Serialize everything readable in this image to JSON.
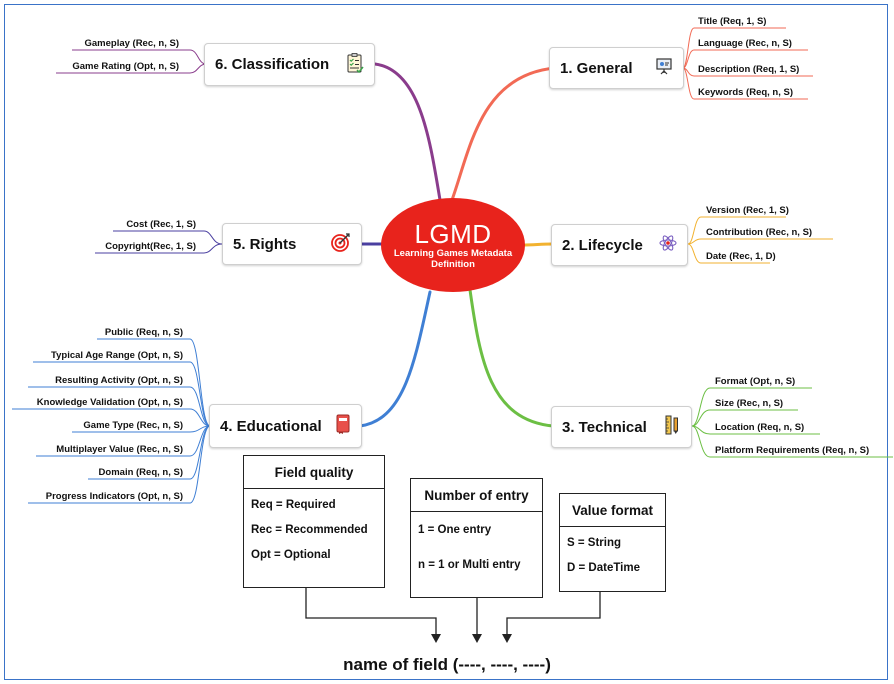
{
  "center": {
    "title": "LGMD",
    "subtitle_1": "Learning Games Metadata",
    "subtitle_2": "Definition"
  },
  "branches": {
    "general": {
      "label": "1. General",
      "icon": "presentation-board-icon",
      "color": "#f26a55",
      "items": [
        "Title (Req, 1, S)",
        "Language (Rec, n, S)",
        "Description (Req, 1, S)",
        "Keywords (Req, n, S)"
      ]
    },
    "lifecycle": {
      "label": "2. Lifecycle",
      "icon": "atom-icon",
      "color": "#f2b230",
      "items": [
        "Version (Rec, 1, S)",
        "Contribution (Rec, n, S)",
        "Date (Rec, 1, D)"
      ]
    },
    "technical": {
      "label": "3. Technical",
      "icon": "ruler-pencil-icon",
      "color": "#6cbf44",
      "items": [
        "Format (Opt, n, S)",
        "Size (Rec, n, S)",
        "Location (Req, n, S)",
        "Platform Requirements (Req, n, S)"
      ]
    },
    "educational": {
      "label": "4. Educational",
      "icon": "book-icon",
      "color": "#3f7fd4",
      "items": [
        "Public (Req, n, S)",
        "Typical Age Range (Opt, n, S)",
        "Resulting Activity (Opt, n, S)",
        "Knowledge Validation (Opt, n, S)",
        "Game Type (Rec, n, S)",
        "Multiplayer Value (Rec, n, S)",
        "Domain (Req, n, S)",
        "Progress Indicators (Opt, n, S)"
      ]
    },
    "rights": {
      "label": "5. Rights",
      "icon": "target-icon",
      "color": "#4a3fa0",
      "items": [
        "Cost (Rec, 1, S)",
        "Copyright(Rec, 1, S)"
      ]
    },
    "classification": {
      "label": "6. Classification",
      "icon": "checklist-icon",
      "color": "#8a3c8c",
      "items": [
        "Gameplay (Rec, n, S)",
        "Game Rating (Opt, n, S)"
      ]
    }
  },
  "legend": {
    "field_quality": {
      "title": "Field quality",
      "lines": [
        "Req = Required",
        "Rec = Recommended",
        "Opt = Optional"
      ]
    },
    "number_of_entry": {
      "title": "Number of entry",
      "lines": [
        "1 = One entry",
        "n = 1 or Multi entry"
      ]
    },
    "value_format": {
      "title": "Value format",
      "lines": [
        "S = String",
        "D = DateTime"
      ]
    }
  },
  "field_pattern": "name of field (----, ----, ----)"
}
